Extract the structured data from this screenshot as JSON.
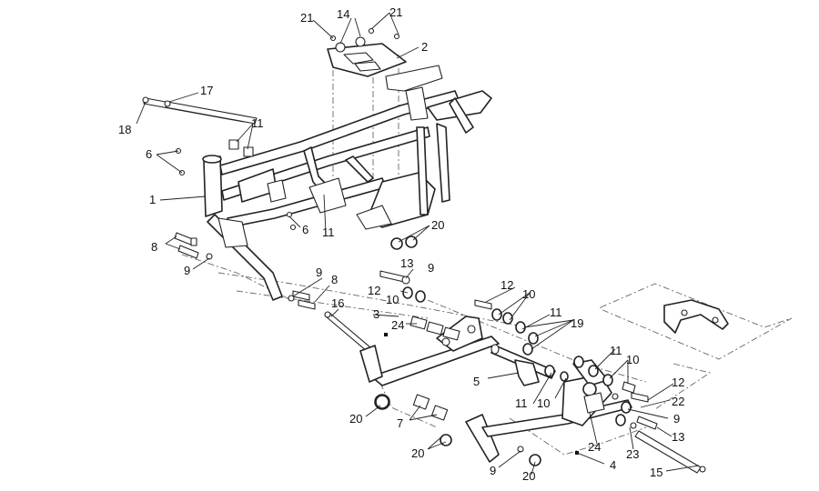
{
  "labels": {
    "p1": "1",
    "p2": "2",
    "p3": "3",
    "p4": "4",
    "p5": "5",
    "p6a": "6",
    "p6b": "6",
    "p7": "7",
    "p8a": "8",
    "p8b": "8",
    "p9a": "9",
    "p9b": "9",
    "p9c": "9",
    "p9d": "9",
    "p9e": "9",
    "p10a": "10",
    "p10b": "10",
    "p10c": "10",
    "p10d": "10",
    "p11a": "11",
    "p11b": "11",
    "p11c": "11",
    "p11d": "11",
    "p11e": "11",
    "p12a": "12",
    "p12b": "12",
    "p12c": "12",
    "p13a": "13",
    "p13b": "13",
    "p14": "14",
    "p15": "15",
    "p16": "16",
    "p17": "17",
    "p18": "18",
    "p19": "19",
    "p20a": "20",
    "p20b": "20",
    "p20c": "20",
    "p20d": "20",
    "p21a": "21",
    "p21b": "21",
    "p22": "22",
    "p23": "23",
    "p24a": "24",
    "p24b": "24"
  },
  "colors": {
    "line": "#222222",
    "dash": "#666666",
    "fill": "#ffffff"
  }
}
